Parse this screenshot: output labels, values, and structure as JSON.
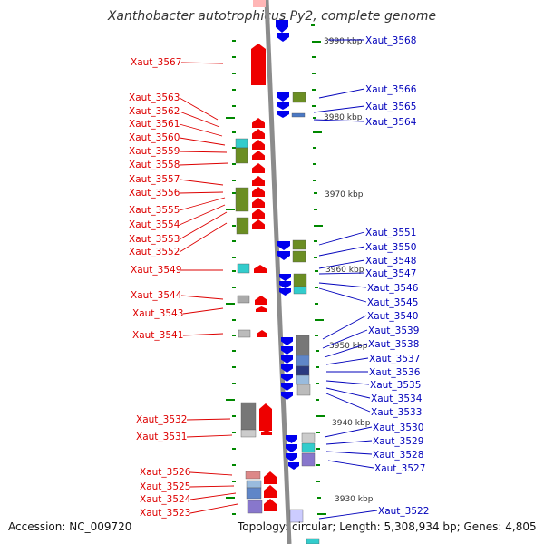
{
  "title": "Xanthobacter autotrophicus Py2, complete genome",
  "accession": "Accession: NC_009720",
  "topology": "Topology: circular; Length: 5,308,934 bp; Genes: 4,805",
  "colors": {
    "left_label": "#dd0000",
    "right_label": "#0000bb",
    "backbone": "#8c8c8c",
    "tick": "#008800",
    "reverse_gene": "#0000ee",
    "forward_gene": "#ee0000",
    "olive": "#6b8e23",
    "cyan": "#33cccc",
    "gray": "#777777"
  },
  "kbp_labels": [
    "3990 kbp",
    "3980 kbp",
    "3970 kbp",
    "3960 kbp",
    "3950 kbp",
    "3940 kbp",
    "3930 kbp"
  ],
  "left_genes": [
    "Xaut_3567",
    "Xaut_3563",
    "Xaut_3562",
    "Xaut_3561",
    "Xaut_3560",
    "Xaut_3559",
    "Xaut_3558",
    "Xaut_3557",
    "Xaut_3556",
    "Xaut_3555",
    "Xaut_3554",
    "Xaut_3553",
    "Xaut_3552",
    "Xaut_3549",
    "Xaut_3544",
    "Xaut_3543",
    "Xaut_3541",
    "Xaut_3532",
    "Xaut_3531",
    "Xaut_3526",
    "Xaut_3525",
    "Xaut_3524",
    "Xaut_3523"
  ],
  "right_genes": [
    "Xaut_3568",
    "Xaut_3566",
    "Xaut_3565",
    "Xaut_3564",
    "Xaut_3551",
    "Xaut_3550",
    "Xaut_3548",
    "Xaut_3547",
    "Xaut_3546",
    "Xaut_3545",
    "Xaut_3540",
    "Xaut_3539",
    "Xaut_3538",
    "Xaut_3537",
    "Xaut_3536",
    "Xaut_3535",
    "Xaut_3534",
    "Xaut_3533",
    "Xaut_3530",
    "Xaut_3529",
    "Xaut_3528",
    "Xaut_3527",
    "Xaut_3522"
  ]
}
